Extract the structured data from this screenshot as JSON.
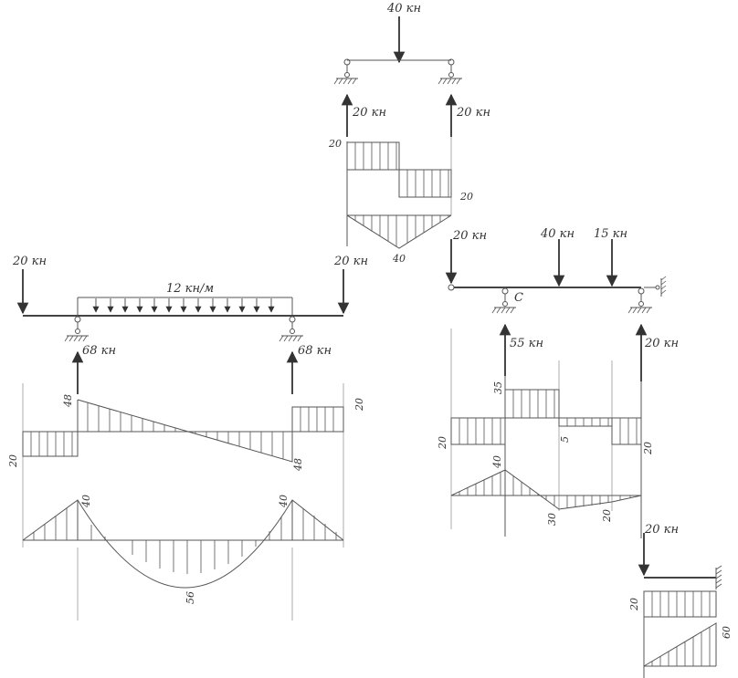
{
  "labels": {
    "top_load": "40 кн",
    "top_left_reaction": "20 кн",
    "top_right_reaction": "20 кн",
    "top_shear_left": "20",
    "top_shear_right": "20",
    "top_moment": "40",
    "left_end_load": "20 кн",
    "right_end_load": "20 кн",
    "distributed_load": "12 кн/м",
    "left_reaction": "68 кн",
    "right_reaction": "68 кн",
    "main_shear_top": "48",
    "main_shear_bottom": "48",
    "main_shear_right": "20",
    "main_shear_left": "20",
    "main_moment_left": "40",
    "main_moment_right": "40",
    "main_moment_mid": "56",
    "r_load_left": "20 кн",
    "r_load_mid": "40 кн",
    "r_load_right": "15 кн",
    "support_c": "C",
    "r_reaction_c": "55 кн",
    "r_reaction_right": "20 кн",
    "r_shear_35": "35",
    "r_shear_20_left": "20",
    "r_shear_5": "5",
    "r_shear_20_right": "20",
    "r_moment_40": "40",
    "r_moment_30": "30",
    "r_moment_20": "20",
    "bottom_load": "20 кн",
    "bottom_shear": "20",
    "bottom_moment": "60"
  }
}
